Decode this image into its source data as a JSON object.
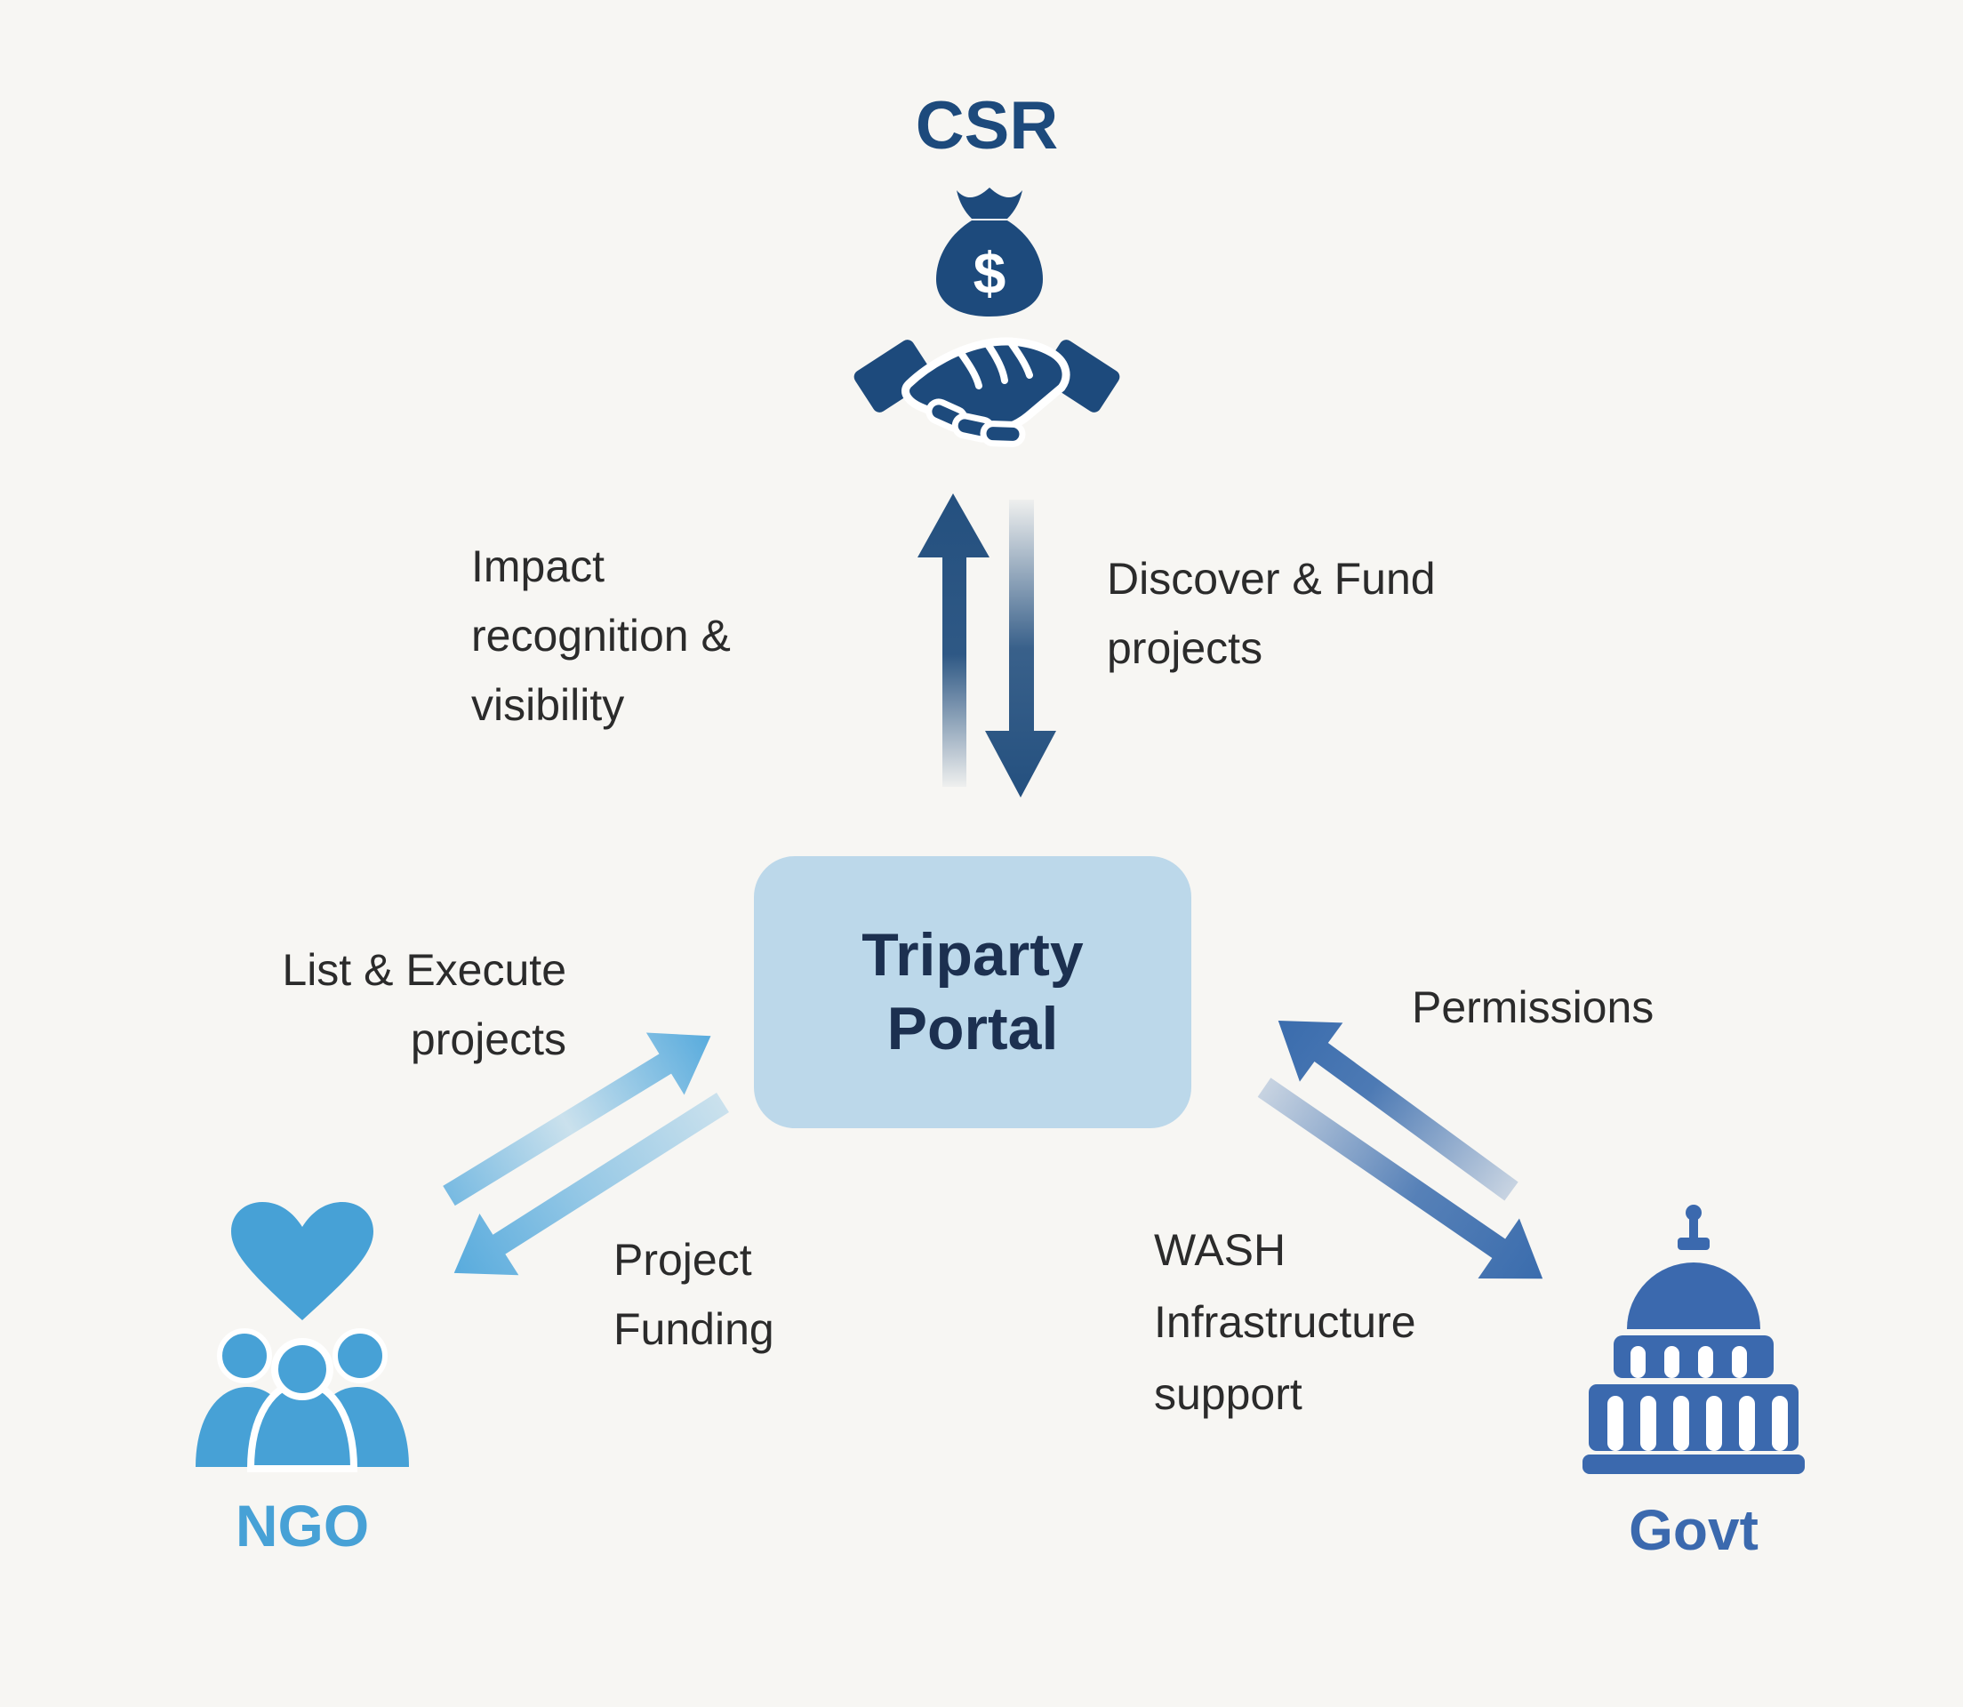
{
  "title": "Triparty Portal partnership diagram",
  "colors": {
    "bg": "#f7f6f3",
    "csr": "#1d4a7c",
    "ngo": "#47a1d6",
    "govt": "#3b69ae",
    "portal-fill": "#bcd8ea",
    "portal-text": "#1c3050",
    "label-text": "#2b2b2b",
    "arrow-vertical": "#24507f",
    "arrow-ngo": "#58abdd",
    "arrow-govt": "#3a6cad"
  },
  "nodes": {
    "csr": {
      "label": "CSR",
      "bag_symbol": "$"
    },
    "portal": {
      "label": "Triparty\nPortal"
    },
    "ngo": {
      "label": "NGO"
    },
    "govt": {
      "label": "Govt"
    }
  },
  "edges": {
    "impact": "Impact\nrecognition &\nvisibility",
    "discover": "Discover & Fund\nprojects",
    "list_execute": "List & Execute\nprojects",
    "project_funding": "Project\nFunding",
    "permissions": "Permissions",
    "wash": "WASH\nInfrastructure\nsupport"
  }
}
